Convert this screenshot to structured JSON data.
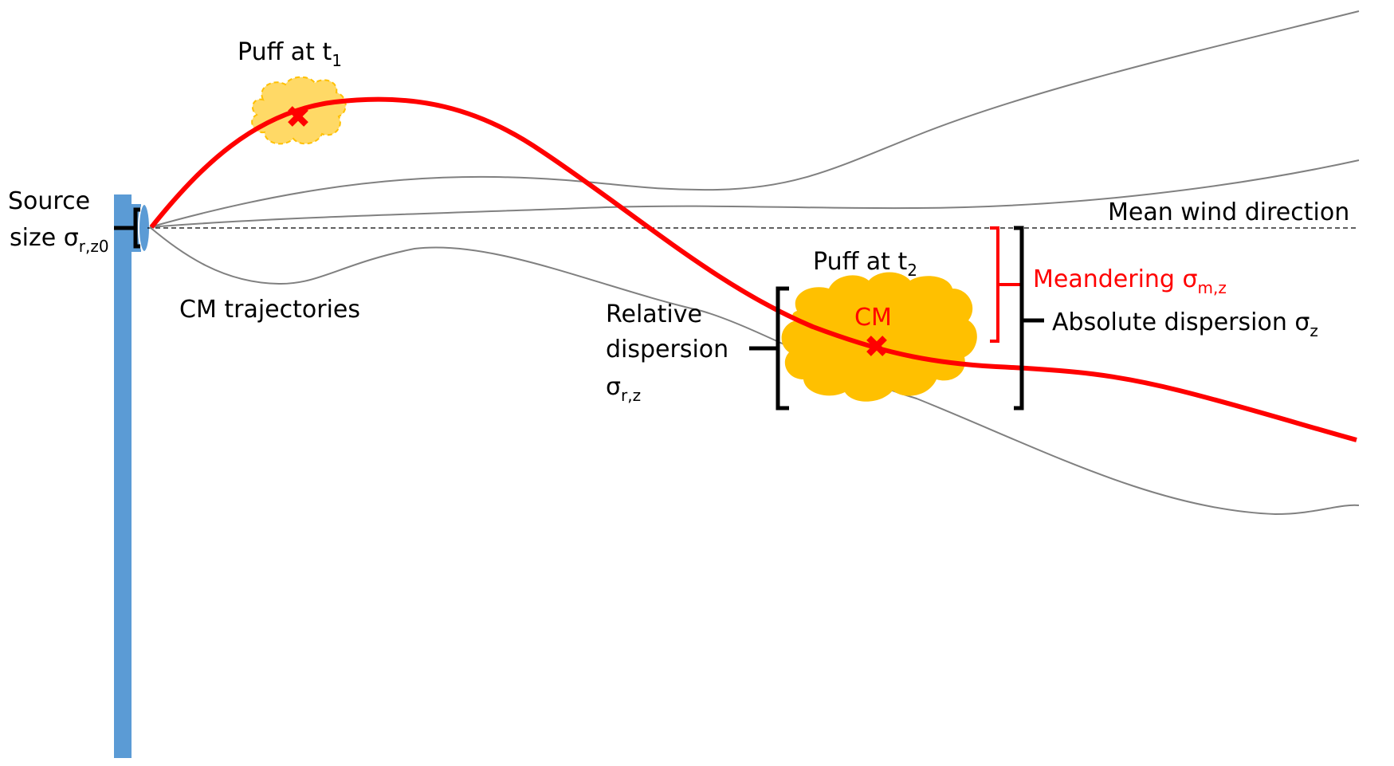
{
  "diagram": {
    "title": "Puff dispersion: relative dispersion, meandering and absolute dispersion",
    "colors": {
      "stack": "#5b9bd5",
      "cm_trajectory": "#ff0000",
      "other_trajectories": "#808080",
      "puff_t1_fill": "#ffd966",
      "puff_t1_border": "#ffc000",
      "puff_t2_fill": "#ffc000",
      "meandering": "#ff0000",
      "text": "#000000"
    },
    "labels": {
      "source_line1": "Source",
      "source_line2_prefix": "size ",
      "source_sigma": "σ",
      "source_sub": "r,z0",
      "puff_t1_prefix": "Puff at t",
      "puff_t1_sub": "1",
      "puff_t2_prefix": "Puff at t",
      "puff_t2_sub": "2",
      "cm_trajectories": "CM trajectories",
      "mean_wind": "Mean wind direction",
      "cm_marker": "CM",
      "relative_line1": "Relative",
      "relative_line2": "dispersion",
      "relative_sigma": "σ",
      "relative_sub": "r,z",
      "meandering_prefix": "Meandering ",
      "meandering_sigma": "σ",
      "meandering_sub": "m,z",
      "absolute_prefix": "Absolute dispersion ",
      "absolute_sigma": "σ",
      "absolute_sub": "z"
    },
    "icons": {
      "puff_t1_marker": "x-mark-icon",
      "puff_t2_marker": "x-mark-icon"
    }
  }
}
